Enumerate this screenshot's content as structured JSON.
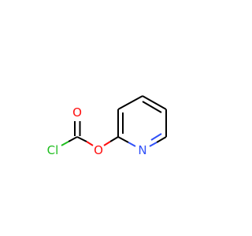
{
  "molecule": {
    "atoms": {
      "o_carbonyl": {
        "label": "O",
        "color": "#ff0d0d"
      },
      "cl": {
        "label": "Cl",
        "color": "#1fbe1f"
      },
      "o_ester": {
        "label": "O",
        "color": "#ff0d0d"
      },
      "n_ring": {
        "label": "N",
        "color": "#3050f8"
      }
    },
    "bond_color": "#000000"
  }
}
